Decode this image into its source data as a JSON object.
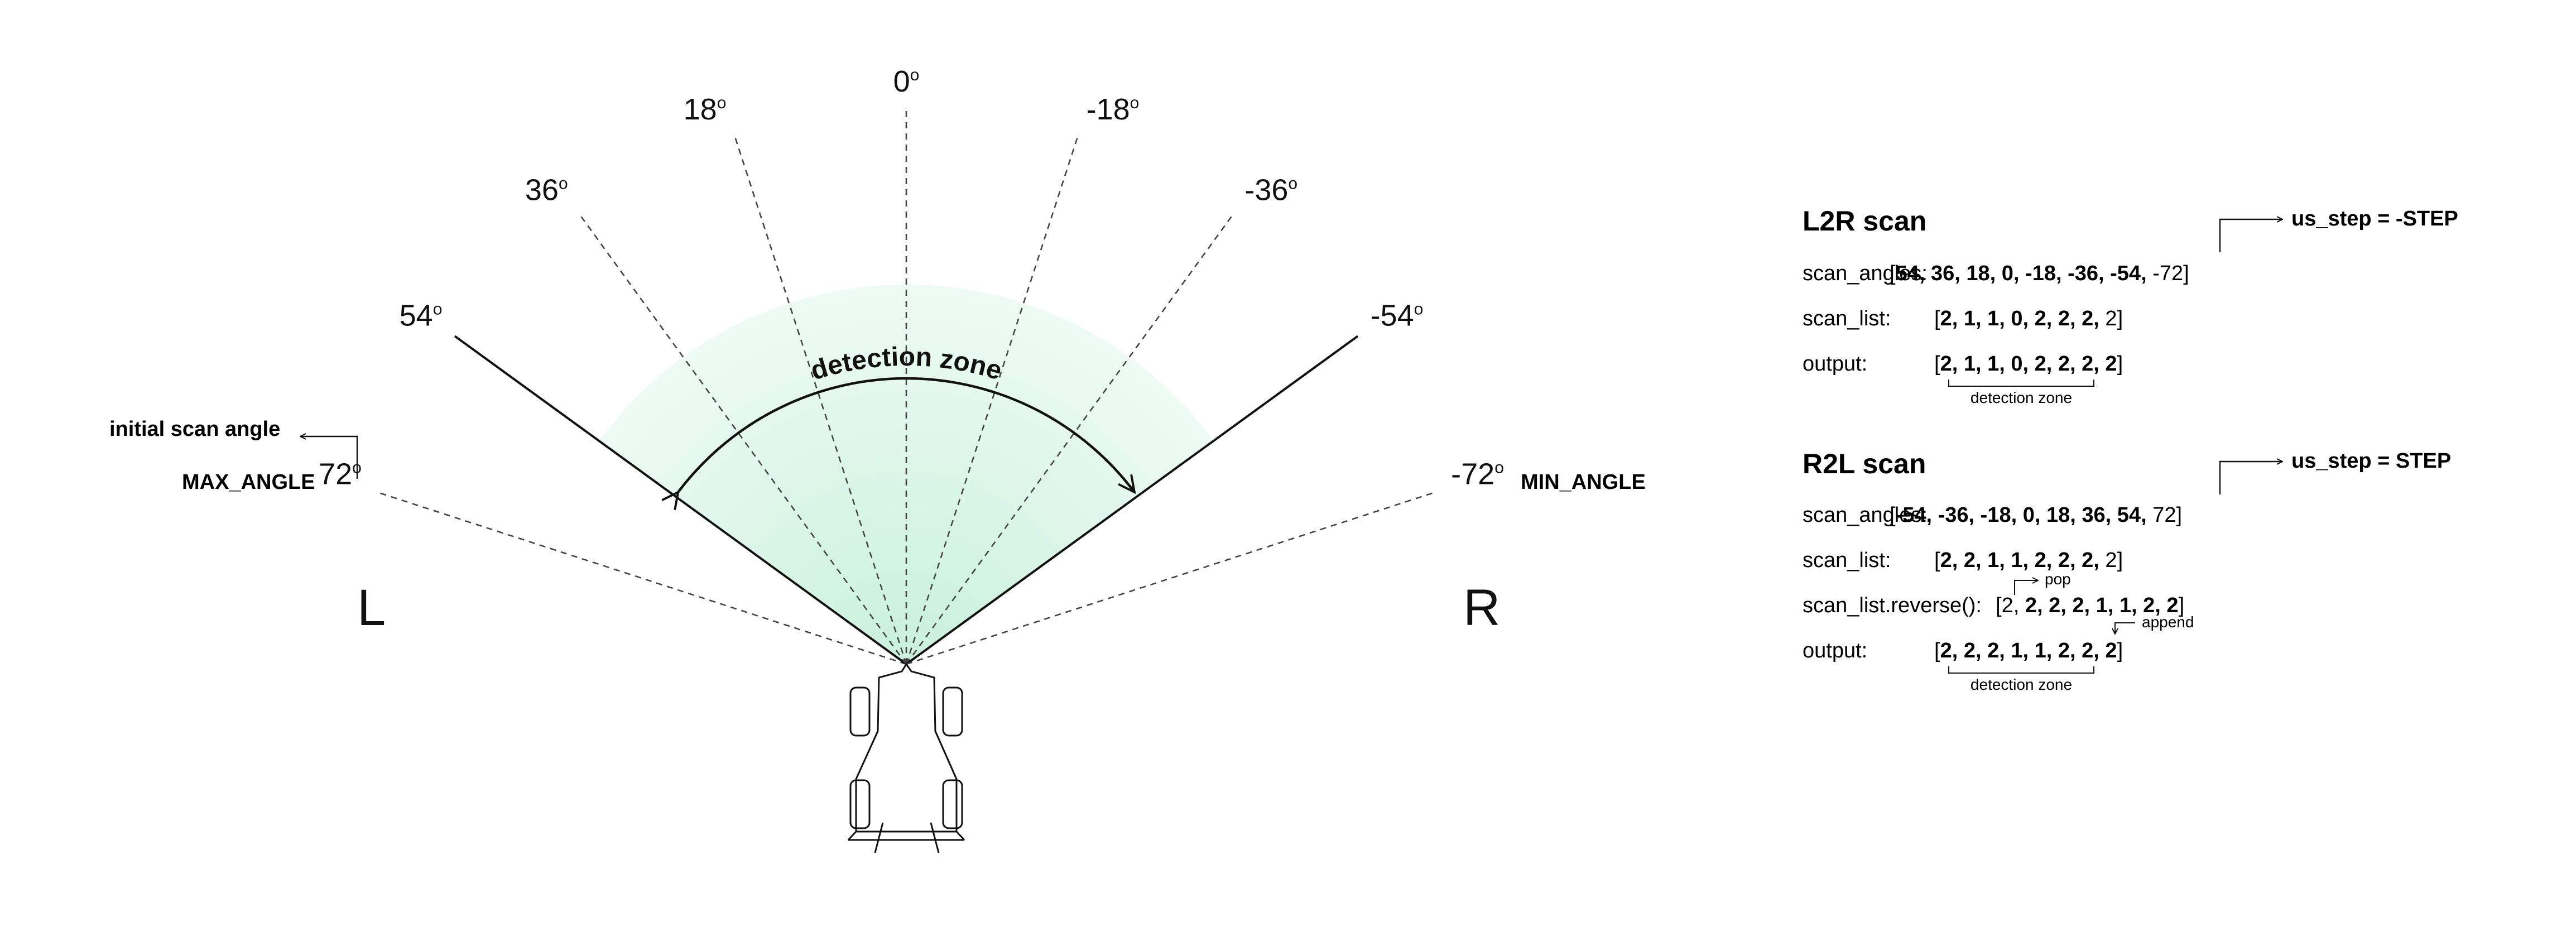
{
  "diagram": {
    "angles": [
      {
        "deg": 72,
        "label": "72"
      },
      {
        "deg": 54,
        "label": "54"
      },
      {
        "deg": 36,
        "label": "36"
      },
      {
        "deg": 18,
        "label": "18"
      },
      {
        "deg": 0,
        "label": "0"
      },
      {
        "deg": -18,
        "label": "-18"
      },
      {
        "deg": -36,
        "label": "-36"
      },
      {
        "deg": -54,
        "label": "-54"
      },
      {
        "deg": -72,
        "label": "-72"
      }
    ],
    "degree_mark": "o",
    "zone_label": "detection zone",
    "left_label": "L",
    "right_label": "R",
    "max_angle_label": "MAX_ANGLE",
    "min_angle_label": "MIN_ANGLE",
    "initial_scan_label": "initial scan angle",
    "zone_color": "#d4f5e3"
  },
  "l2r": {
    "title": "L2R scan",
    "step_note": "us_step = -STEP",
    "rows": [
      {
        "label": "scan_angles:",
        "items": [
          {
            "t": "54",
            "b": true
          },
          {
            "t": "36",
            "b": true
          },
          {
            "t": "18",
            "b": true
          },
          {
            "t": "0",
            "b": true
          },
          {
            "t": "-18",
            "b": true
          },
          {
            "t": "-36",
            "b": true
          },
          {
            "t": "-54",
            "b": true
          },
          {
            "t": "-72",
            "b": false
          }
        ]
      },
      {
        "label": "scan_list:",
        "items": [
          {
            "t": "2",
            "b": true
          },
          {
            "t": "1",
            "b": true
          },
          {
            "t": "1",
            "b": true
          },
          {
            "t": "0",
            "b": true
          },
          {
            "t": "2",
            "b": true
          },
          {
            "t": "2",
            "b": true
          },
          {
            "t": "2",
            "b": true
          },
          {
            "t": "2",
            "b": false
          }
        ]
      },
      {
        "label": "output:",
        "items": [
          {
            "t": "2",
            "b": true
          },
          {
            "t": "1",
            "b": true
          },
          {
            "t": "1",
            "b": true
          },
          {
            "t": "0",
            "b": true
          },
          {
            "t": "2",
            "b": true
          },
          {
            "t": "2",
            "b": true
          },
          {
            "t": "2",
            "b": true
          },
          {
            "t": "2",
            "b": true
          }
        ]
      }
    ],
    "zone_caption": "detection zone"
  },
  "r2l": {
    "title": "R2L scan",
    "step_note": "us_step = STEP",
    "rows": [
      {
        "label": "scan_angles:",
        "items": [
          {
            "t": "-54",
            "b": true
          },
          {
            "t": "-36",
            "b": true
          },
          {
            "t": "-18",
            "b": true
          },
          {
            "t": "0",
            "b": true
          },
          {
            "t": "18",
            "b": true
          },
          {
            "t": "36",
            "b": true
          },
          {
            "t": "54",
            "b": true
          },
          {
            "t": "72",
            "b": false
          }
        ]
      },
      {
        "label": "scan_list:",
        "items": [
          {
            "t": "2",
            "b": true
          },
          {
            "t": "2",
            "b": true
          },
          {
            "t": "1",
            "b": true
          },
          {
            "t": "1",
            "b": true
          },
          {
            "t": "2",
            "b": true
          },
          {
            "t": "2",
            "b": true
          },
          {
            "t": "2",
            "b": true
          },
          {
            "t": "2",
            "b": false
          }
        ]
      },
      {
        "label": "scan_list.reverse():",
        "items": [
          {
            "t": "2",
            "b": false
          },
          {
            "t": "2",
            "b": true
          },
          {
            "t": "2",
            "b": true
          },
          {
            "t": "2",
            "b": true
          },
          {
            "t": "1",
            "b": true
          },
          {
            "t": "1",
            "b": true
          },
          {
            "t": "2",
            "b": true
          },
          {
            "t": "2",
            "b": true
          }
        ]
      },
      {
        "label": "output:",
        "items": [
          {
            "t": "2",
            "b": true
          },
          {
            "t": "2",
            "b": true
          },
          {
            "t": "2",
            "b": true
          },
          {
            "t": "1",
            "b": true
          },
          {
            "t": "1",
            "b": true
          },
          {
            "t": "2",
            "b": true
          },
          {
            "t": "2",
            "b": true
          },
          {
            "t": "2",
            "b": true
          }
        ]
      }
    ],
    "pop_label": "pop",
    "append_label": "append",
    "zone_caption": "detection zone"
  }
}
